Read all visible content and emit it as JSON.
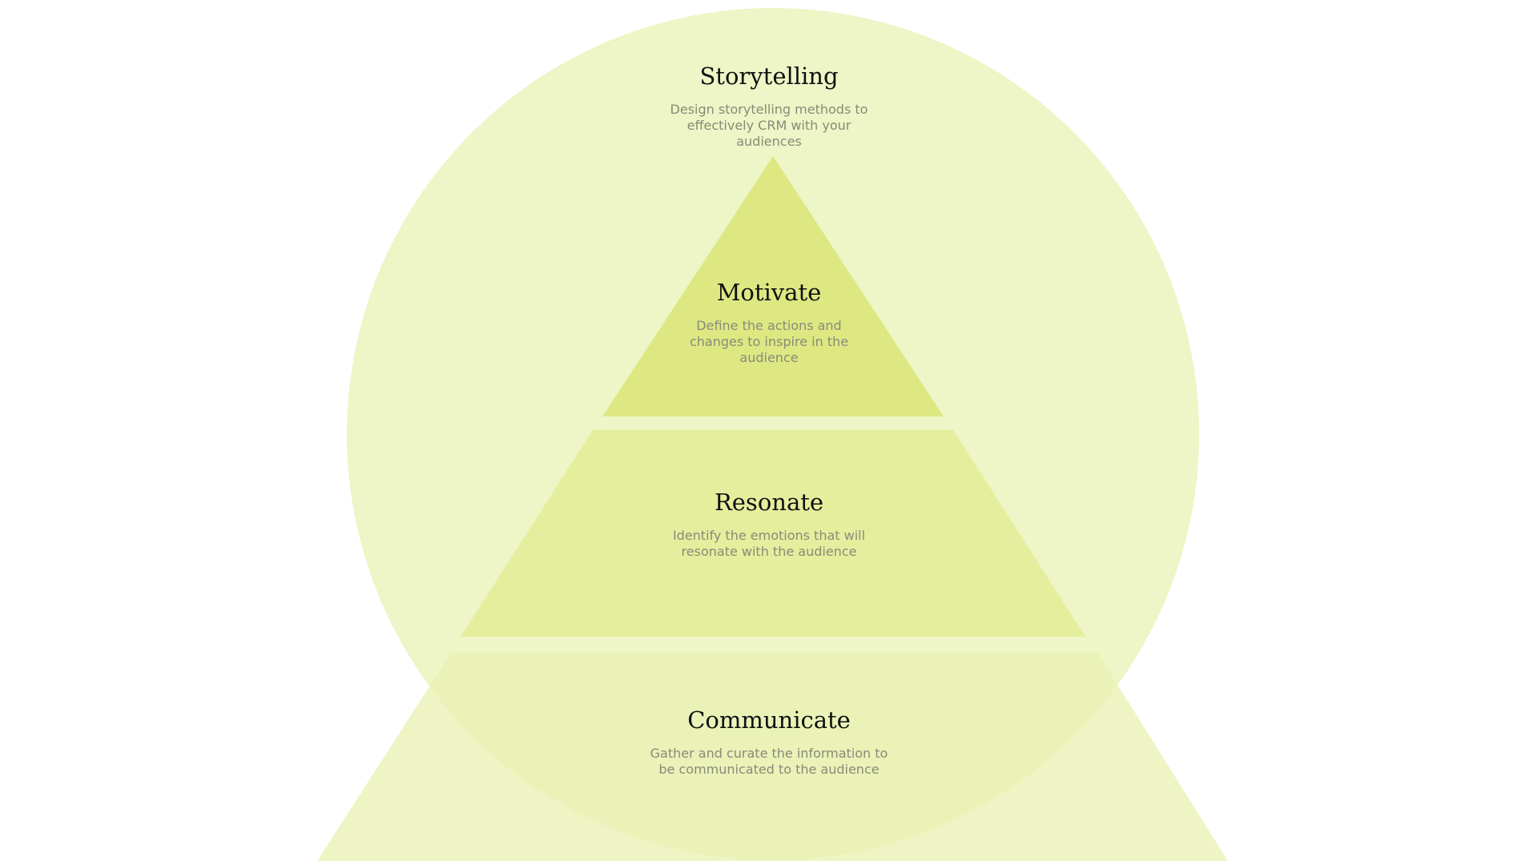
{
  "colors": {
    "background": "#ffffff",
    "circle": "#eef5c6",
    "pyramid_top": "#dde883",
    "pyramid_middle": "#e5ee9d",
    "pyramid_bottom": "#e9f1b3",
    "title_text": "#111111",
    "description_text": "#8a8a78"
  },
  "storytelling": {
    "title": "Storytelling",
    "description": "Design storytelling methods to effectively CRM with your audiences"
  },
  "tiers": [
    {
      "title": "Motivate",
      "description": "Define the actions and changes to inspire in the audience"
    },
    {
      "title": "Resonate",
      "description": "Identify the emotions that will resonate with the audience"
    },
    {
      "title": "Communicate",
      "description": "Gather and curate the information to be communicated to the audience"
    }
  ]
}
